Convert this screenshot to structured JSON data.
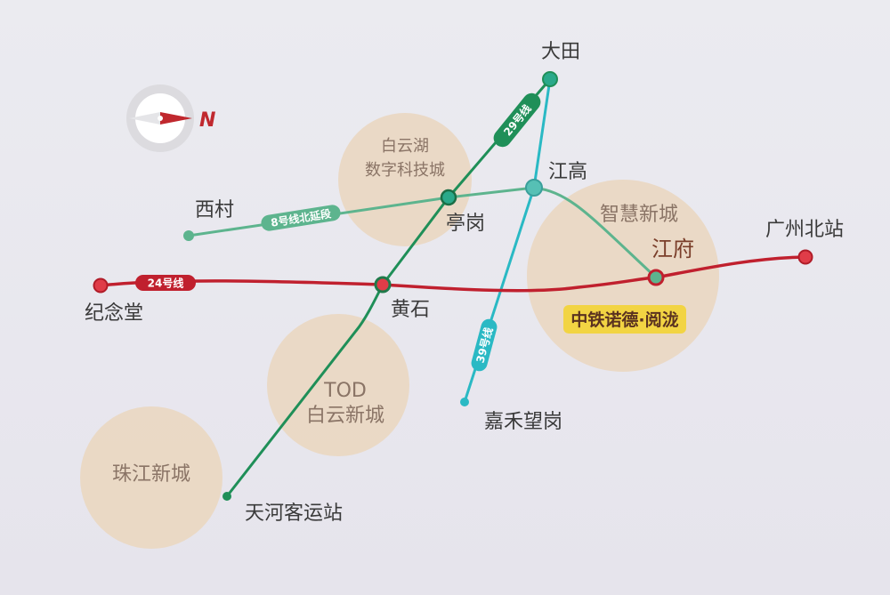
{
  "compass": {
    "label": "N",
    "icon": "compass-north-arrow-icon",
    "arrow_color": "#c0282e"
  },
  "zones": {
    "baiyunhu": {
      "line1": "白云湖",
      "line2": "数字科技城"
    },
    "zhihui": {
      "label": "智慧新城"
    },
    "tod": {
      "line1": "TOD",
      "line2": "白云新城"
    },
    "zhujiang": {
      "label": "珠江新城"
    }
  },
  "lines": {
    "line24": {
      "label": "24号线",
      "color": "#c0202e"
    },
    "line29": {
      "label": "29号线",
      "color": "#1f8f58"
    },
    "line8": {
      "label": "8号线北延段",
      "color": "#5db48e"
    },
    "line39": {
      "label": "39号线",
      "color": "#2ab9c4"
    }
  },
  "stations": {
    "datian": "大田",
    "jianggao": "江高",
    "tinggang": "亭岗",
    "xicun": "西村",
    "jiangfu": "江府",
    "guangzhou_north": "广州北站",
    "jiniantang": "纪念堂",
    "huangshi": "黄石",
    "jiahe": "嘉禾望岗",
    "tianhe_bus": "天河客运站"
  },
  "highlight": {
    "label": "中铁诺德·阅泷",
    "color": "#f2d443"
  }
}
